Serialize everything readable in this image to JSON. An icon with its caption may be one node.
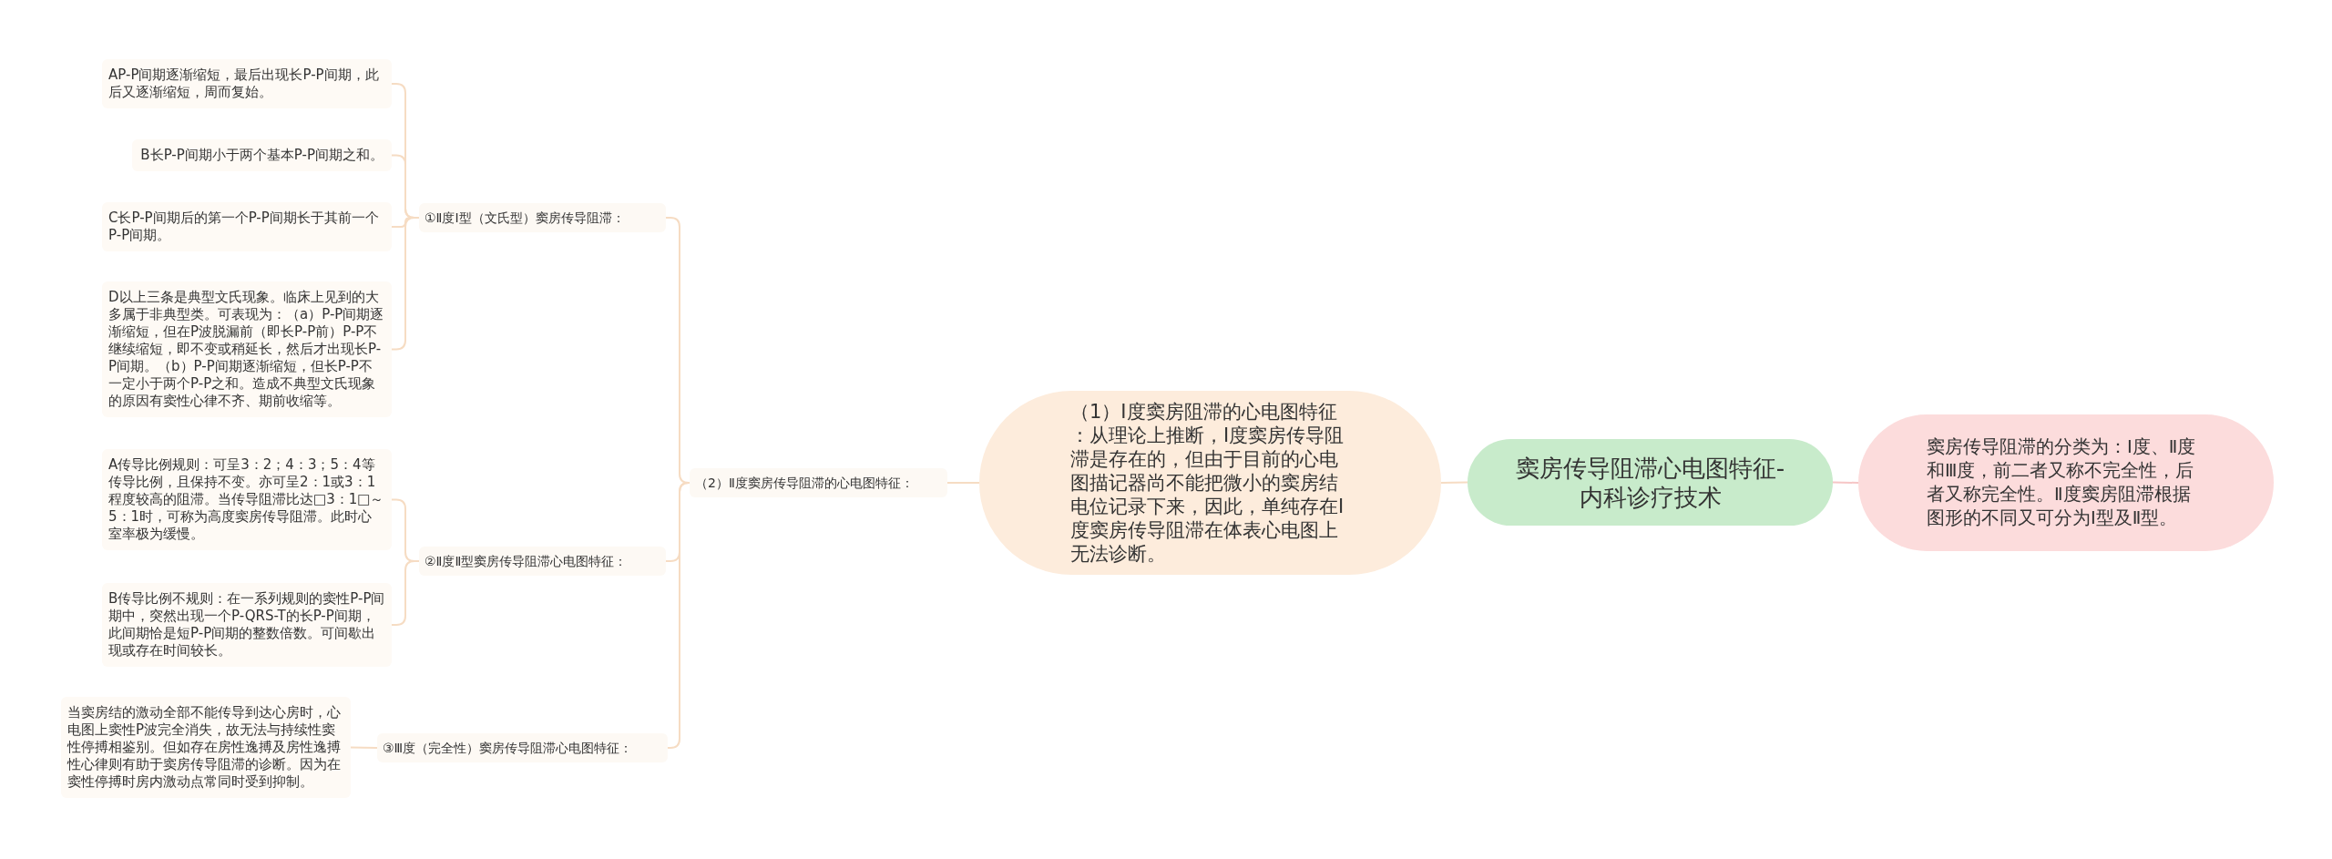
{
  "diagram": {
    "nodes": [
      {
        "text": [
          "窦房传导阻滞心电图特征-内科诊疗技术"
        ]
      },
      {
        "text": [
          "窦房传导阻滞的分类为：Ⅰ度、Ⅱ度和Ⅲ度，前二者又称不完全性，后者又称完全性。Ⅱ度窦房阻滞根据图形的不同又可分为Ⅰ型及Ⅱ型。"
        ]
      },
      {
        "text": [
          "（1）Ⅰ度窦房阻滞的心电图特征：从理论上推断，Ⅰ度窦房传导阻滞是存在的，但由于目前的心电图描记器尚不能把微小的窦房结电位记录下来，因此，单纯存在Ⅰ度窦房传导阻滞在体表心电图上无法诊断。"
        ]
      },
      {
        "text": [
          "（2）Ⅱ度窦房传导阻滞的心电图特征："
        ]
      },
      {
        "text": [
          "①Ⅱ度Ⅰ型（文氏型）窦房传导阻滞："
        ]
      },
      {
        "text": [
          "AP-P间期逐渐缩短，最后出现长P-P间期，此后又逐渐缩短，周而复始。"
        ]
      },
      {
        "text": [
          "B长P-P间期小于两个基本P-P间期之和。"
        ]
      },
      {
        "text": [
          "C长P-P间期后的第一个P-P间期长于其前一个P-P间期。"
        ]
      },
      {
        "text": [
          "D以上三条是典型文氏现象。临床上见到的大多属于非典型类。可表现为：（a）P-P间期逐渐缩短，但在P波脱漏前（即长P-P前）P-P不继续缩短，即不变或稍延长，然后才出现长P-P间期。（b）P-P间期逐渐缩短，但长P-P不一定小于两个P-P之和。造成不典型文氏现象的原因有窦性心律不齐、期前收缩等。"
        ]
      },
      {
        "text": [
          "②Ⅱ度Ⅱ型窦房传导阻滞心电图特征："
        ]
      },
      {
        "text": [
          "A传导比例规则：可呈3：2；4：3；5：4等传导比例，且保持不变。亦可呈2：1或3：1程度较高的阻滞。当传导阻滞比达□3：1□～5：1时，可称为高度窦房传导阻滞。此时心室率极为缓慢。"
        ]
      },
      {
        "text": [
          "B传导比例不规则：在一系列规则的窦性P-P间期中，突然出现一个P-QRS-T的长P-P间期，此间期恰是短P-P间期的整数倍数。可间歇出现或存在时间较长。"
        ]
      },
      {
        "text": [
          "③Ⅲ度（完全性）窦房传导阻滞心电图特征："
        ]
      },
      {
        "text": [
          "当窦房结的激动全部不能传导到达心房时，心电图上窦性P波完全消失，故无法与持续性窦性停搏相鉴别。但如存在房性逸搏及房性逸搏性心律则有助于窦房传导阻滞的诊断。因为在窦性停搏时房内激动点常同时受到抑制。"
        ]
      }
    ],
    "edges": [
      {
        "from": 0,
        "to": 1,
        "arrow": "none",
        "color": "#f6c6c6"
      },
      {
        "from": 0,
        "to": 2,
        "arrow": "none"
      },
      {
        "from": 2,
        "to": 3,
        "arrow": "none"
      },
      {
        "from": 3,
        "to": 4,
        "arrow": "none"
      },
      {
        "from": 4,
        "to": 5,
        "arrow": "none"
      },
      {
        "from": 4,
        "to": 6,
        "arrow": "none"
      },
      {
        "from": 4,
        "to": 7,
        "arrow": "none"
      },
      {
        "from": 4,
        "to": 8,
        "arrow": "none"
      },
      {
        "from": 3,
        "to": 9,
        "arrow": "none"
      },
      {
        "from": 9,
        "to": 10,
        "arrow": "none"
      },
      {
        "from": 9,
        "to": 11,
        "arrow": "none"
      },
      {
        "from": 3,
        "to": 12,
        "arrow": "none"
      },
      {
        "from": 12,
        "to": 13,
        "arrow": "none"
      }
    ]
  }
}
